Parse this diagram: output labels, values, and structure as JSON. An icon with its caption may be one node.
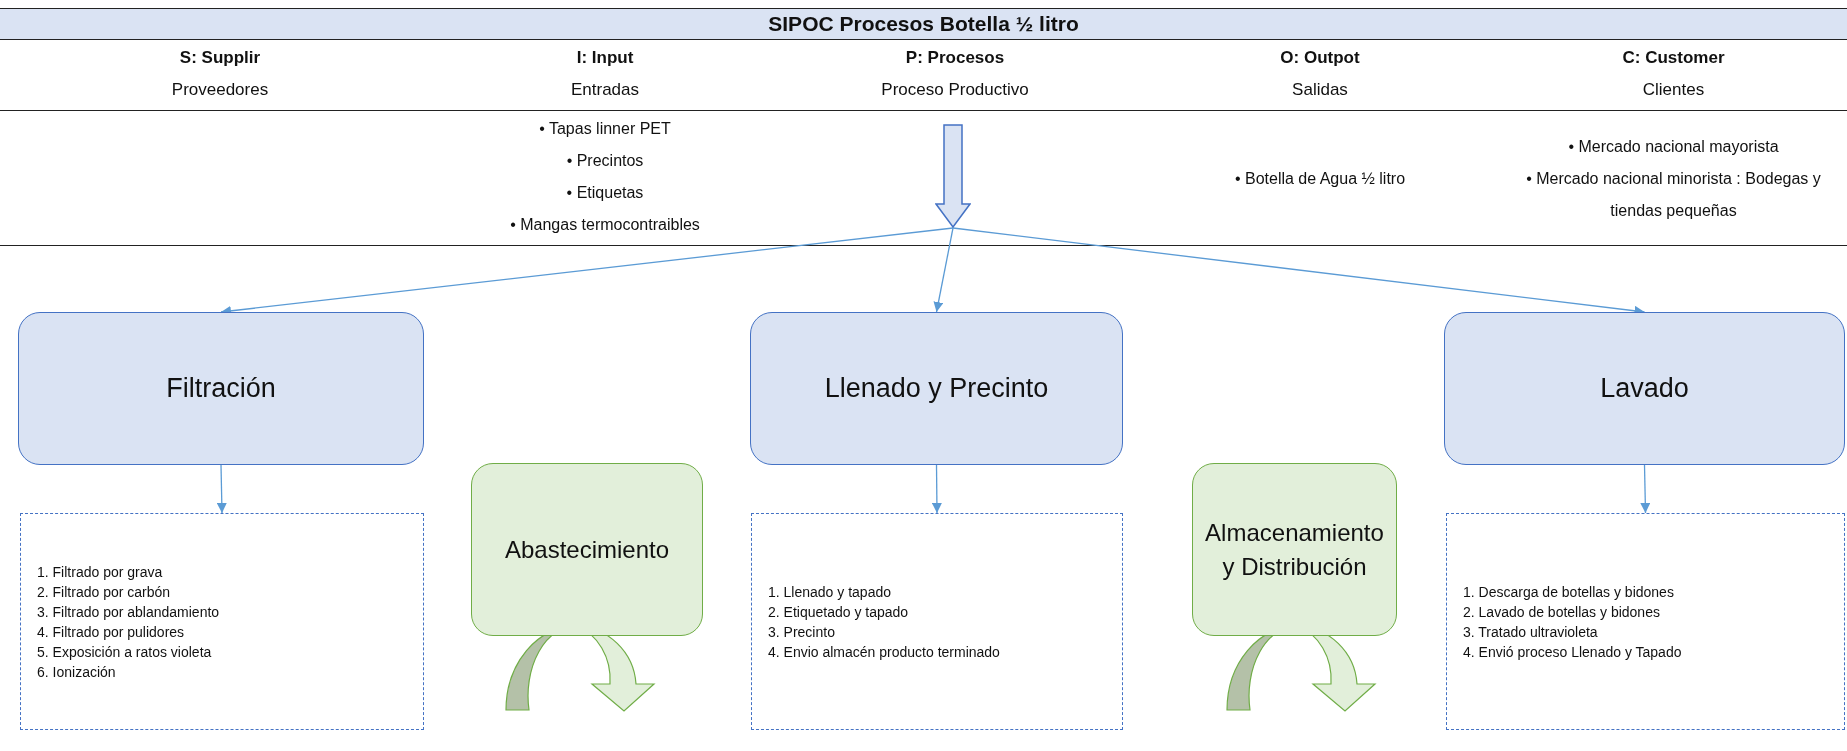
{
  "diagram": {
    "title": "SIPOC Procesos Botella ½ litro",
    "nodes": [
      {
        "text": [],
        "shape": "arrow"
      },
      {
        "text": [
          "Filtración"
        ]
      },
      {
        "text": [
          "Llenado y Precinto"
        ]
      },
      {
        "text": [
          "Lavado"
        ]
      },
      {
        "text": [
          "1. Filtrado por grava",
          "2. Filtrado por carbón",
          "3. Filtrado por ablandamiento",
          "4. Filtrado por pulidores",
          "5. Exposición a ratos violeta",
          "6. Ionización"
        ]
      },
      {
        "text": [
          "Abastecimiento"
        ]
      },
      {
        "text": [
          "1. Llenado y tapado",
          "2. Etiquetado y tapado",
          "3. Precinto",
          "4. Envio almacén producto terminado"
        ]
      },
      {
        "text": [
          "Almacenamiento y Distribución"
        ]
      },
      {
        "text": [
          "1. Descarga de botellas y bidones",
          "2. Lavado de botellas y bidones",
          "3. Tratado ultravioleta",
          "4. Envió proceso Llenado y Tapado"
        ]
      }
    ],
    "edges": [
      {
        "from": 0,
        "to": 1,
        "arrow": "to"
      },
      {
        "from": 0,
        "to": 2,
        "arrow": "to"
      },
      {
        "from": 0,
        "to": 3,
        "arrow": "to"
      },
      {
        "from": 1,
        "to": 4,
        "arrow": "to"
      },
      {
        "from": 2,
        "to": 6,
        "arrow": "to"
      },
      {
        "from": 3,
        "to": 8,
        "arrow": "to"
      }
    ],
    "labels": [
      "S: Supplir",
      "Proveedores",
      "I: Input",
      "Entradas",
      "P: Procesos",
      "Proceso Productivo",
      "O: Outpot",
      "Salidas",
      "C: Customer",
      "Clientes",
      "• Tapas linner PET",
      "• Precintos",
      "• Etiquetas",
      "• Mangas termocontraibles",
      "• Botella de Agua ½ litro",
      "• Mercado nacional mayorista",
      "• Mercado nacional minorista : Bodegas y tiendas pequeñas"
    ]
  }
}
